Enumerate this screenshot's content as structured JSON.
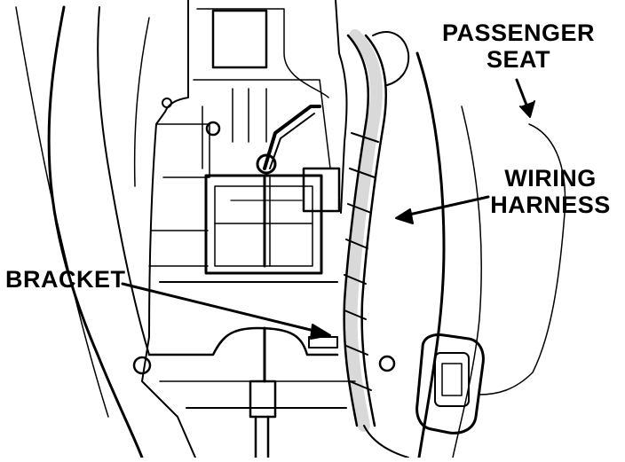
{
  "labels": {
    "passenger_seat": {
      "line1": "PASSENGER",
      "line2": "SEAT"
    },
    "wiring_harness": {
      "line1": "WIRING",
      "line2": "HARNESS"
    },
    "bracket": "BRACKET"
  }
}
